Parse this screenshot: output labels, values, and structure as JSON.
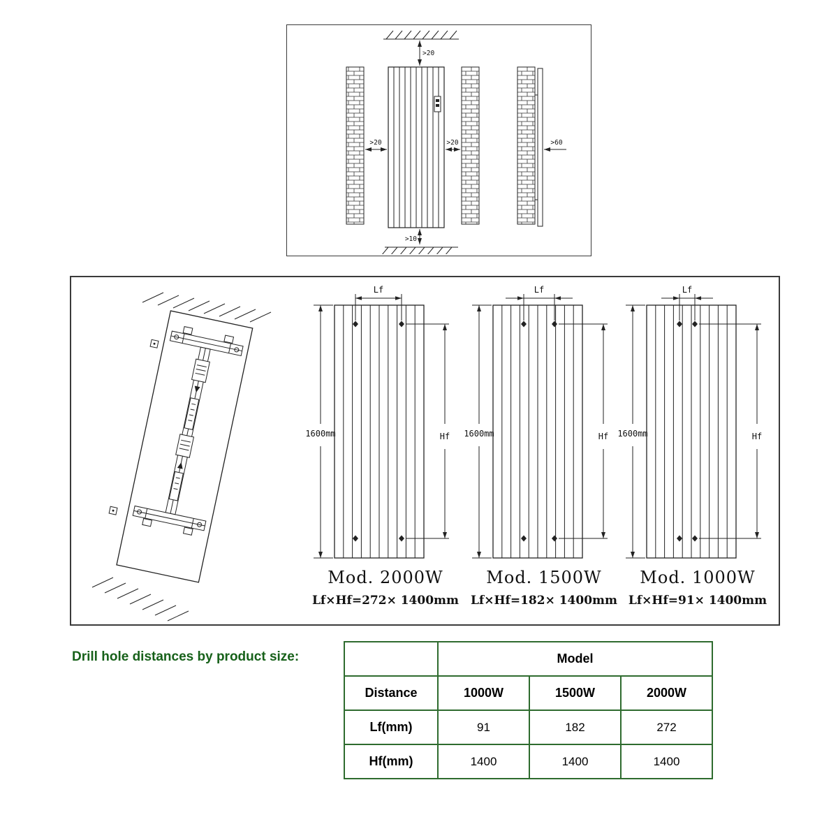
{
  "clearance_diagram": {
    "top": ">20",
    "left_gap": ">20",
    "right_gap": ">20",
    "side": ">60",
    "bottom": ">10"
  },
  "models": [
    {
      "name": "Mod. 2000W",
      "size": "Lf×Hf=272× 1400mm",
      "height": "1600mm",
      "lf": "Lf",
      "hf": "Hf"
    },
    {
      "name": "Mod. 1500W",
      "size": "Lf×Hf=182× 1400mm",
      "height": "1600mm",
      "lf": "Lf",
      "hf": "Hf"
    },
    {
      "name": "Mod. 1000W",
      "size": "Lf×Hf=91× 1400mm",
      "height": "1600mm",
      "lf": "Lf",
      "hf": "Hf"
    }
  ],
  "drill_table": {
    "title": "Drill hole distances by product size:",
    "model_header": "Model",
    "distance_header": "Distance",
    "column_headers": [
      "1000W",
      "1500W",
      "2000W"
    ],
    "rows": [
      {
        "label": "Lf(mm)",
        "values": [
          "91",
          "182",
          "272"
        ]
      },
      {
        "label": "Hf(mm)",
        "values": [
          "1400",
          "1400",
          "1400"
        ]
      }
    ]
  },
  "colors": {
    "title_green": "#17611a",
    "table_border_green": "#2e6b2e",
    "drawing_line": "#222222"
  }
}
